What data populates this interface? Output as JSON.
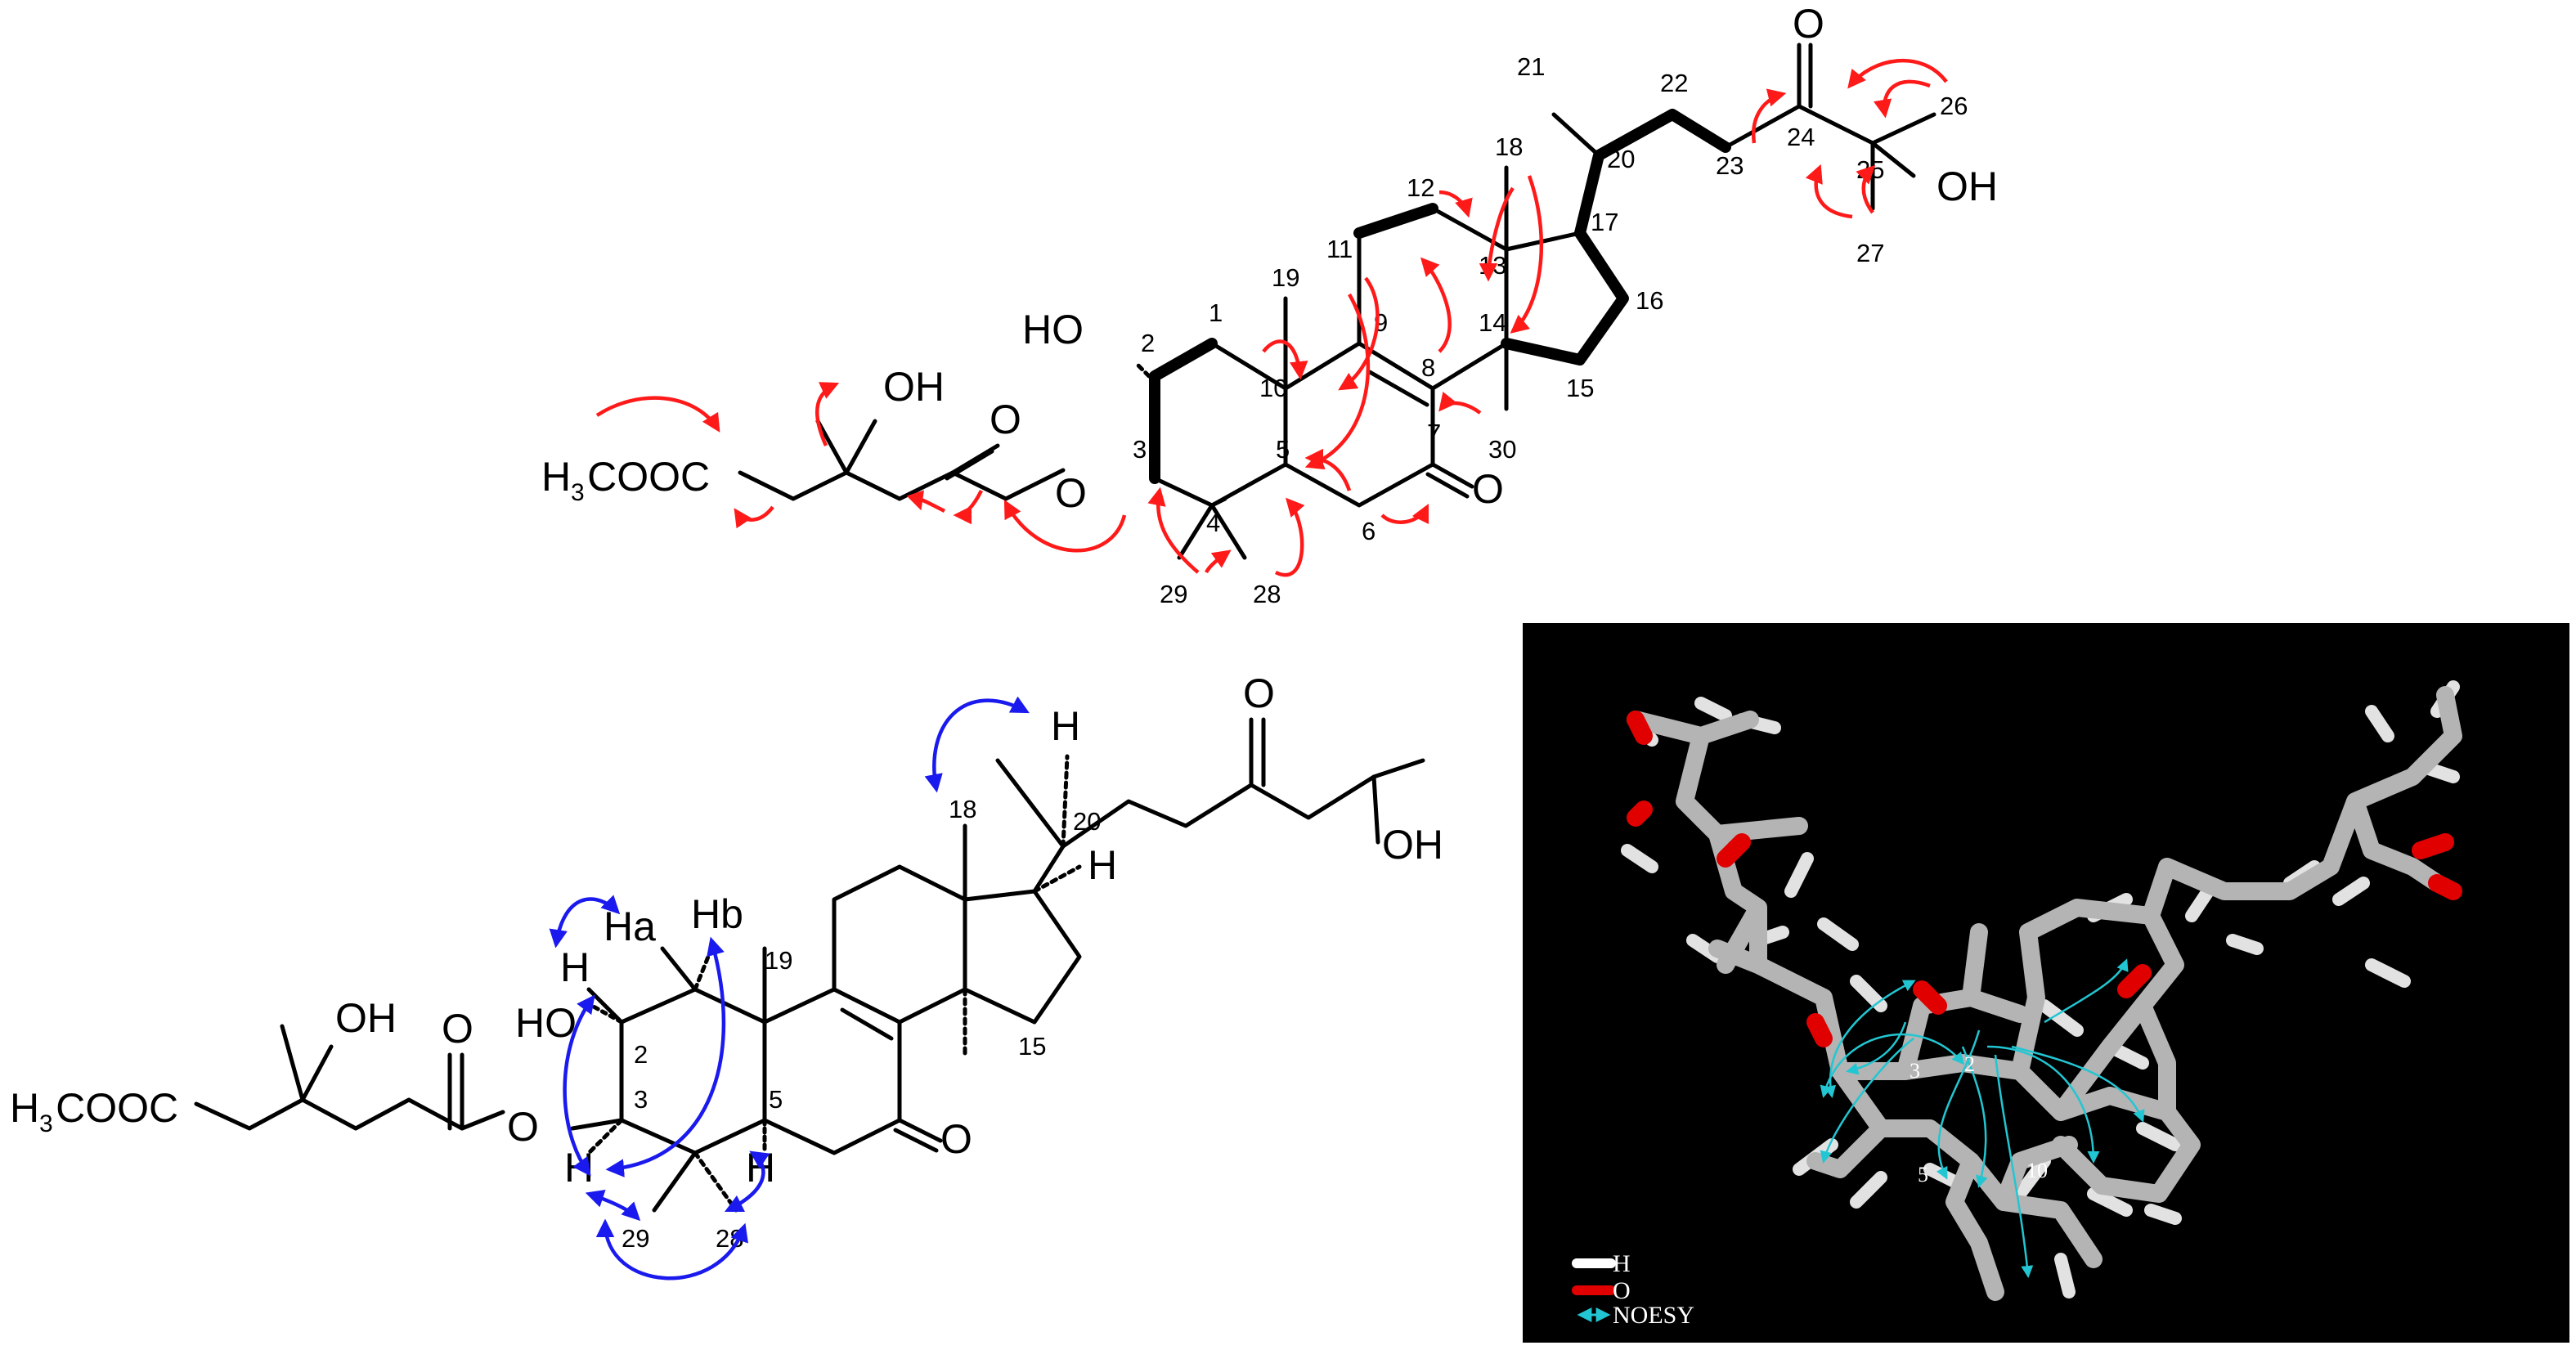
{
  "top_structure": {
    "atoms": {
      "ester_group": "H3COOC",
      "hydroxyl_side": "OH",
      "hydroxyl_c2": "HO",
      "ester_oxygen": "O",
      "carbonyl_o_side": "O",
      "ketone_o7": "O",
      "ketone_o24": "O",
      "hydroxyl_c25": "OH"
    },
    "numbers": [
      "1",
      "2",
      "3",
      "4",
      "5",
      "6",
      "7",
      "8",
      "9",
      "10",
      "11",
      "12",
      "13",
      "14",
      "15",
      "16",
      "17",
      "18",
      "19",
      "20",
      "21",
      "22",
      "23",
      "24",
      "25",
      "26",
      "27",
      "28",
      "29",
      "30"
    ]
  },
  "bottom_structure": {
    "atoms": {
      "ester_group": "H3COOC",
      "hydroxyl_side": "OH",
      "hydroxyl_c2": "HO",
      "ester_oxygen": "O",
      "carbonyl_o_side": "O",
      "ketone_o7": "O",
      "ketone_o24": "O",
      "hydroxyl_c25": "OH",
      "h_a": "Ha",
      "h_b": "Hb",
      "h2": "H",
      "h3": "H",
      "h5": "H",
      "h17": "H",
      "h20": "H"
    },
    "numbers": [
      "2",
      "3",
      "5",
      "15",
      "18",
      "19",
      "20",
      "28",
      "29"
    ]
  },
  "model_3d": {
    "atom_numbers": [
      "2",
      "3",
      "5",
      "10"
    ],
    "legend": [
      {
        "label": "H",
        "color": "#ffffff"
      },
      {
        "label": "O",
        "color": "#e00000"
      },
      {
        "label": "NOESY",
        "color": "#22c6d2"
      }
    ]
  },
  "colors": {
    "hmbc_arrows": "#ff1a1a",
    "noesy_arrows": "#1a1aee",
    "noesy_3d": "#22c6d2",
    "model_background": "#000000"
  }
}
